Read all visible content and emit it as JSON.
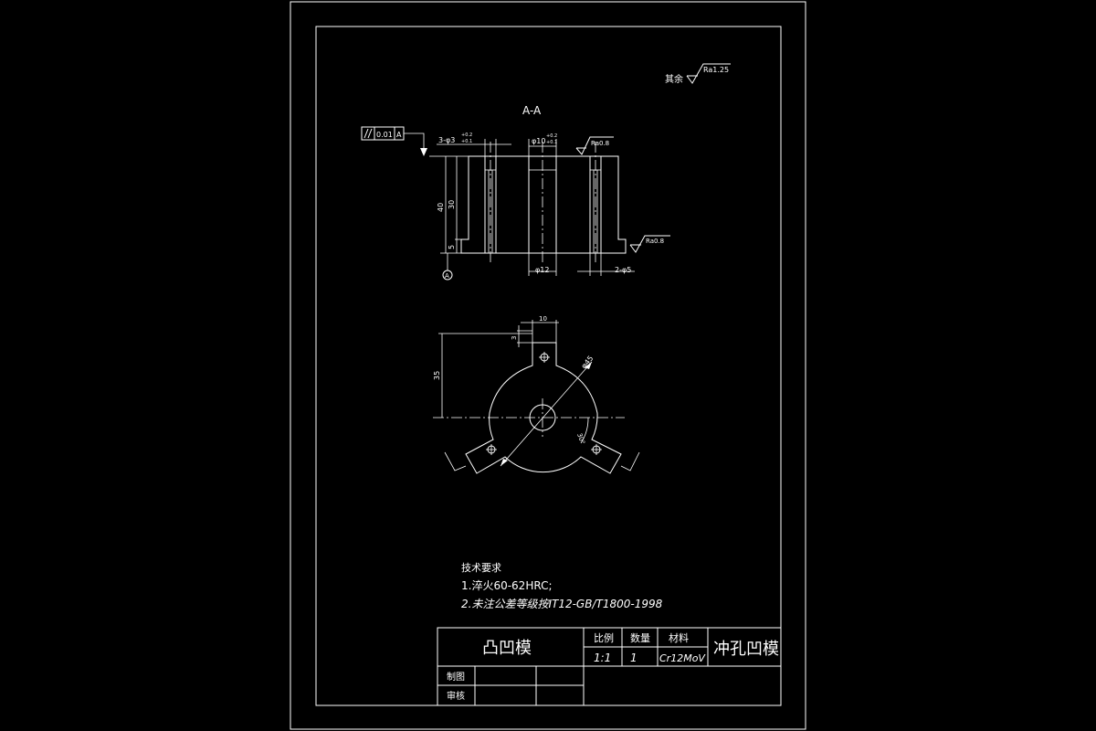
{
  "drawing": {
    "section_label": "A-A",
    "surface_other": "其余",
    "surface_other_value": "Ra1.25",
    "surface_top": "Ra0.8",
    "surface_bottom": "Ra0.8",
    "tolerance_value": "0.01",
    "tolerance_datum": "A",
    "datum_label": "A",
    "dims": {
      "top_holes": "3-φ3",
      "top_holes_tol_upper": "+0.2",
      "top_holes_tol_lower": "+0.1",
      "center_hole": "φ10",
      "center_hole_tol_upper": "+0.2",
      "center_hole_tol_lower": "+0.1",
      "height_40": "40",
      "height_30": "30",
      "height_5": "5",
      "bottom_center": "φ12",
      "bottom_holes": "2-φ5",
      "width_10": "10",
      "offset_3": "3",
      "radius_35": "35",
      "diameter_45": "φ45",
      "angle_30": "30°"
    },
    "tech_title": "技术要求",
    "tech_req_1": "1.淬火60-62HRC;",
    "tech_req_2": "2.未注公差等级按IT12-GB/T1800-1998"
  },
  "title_block": {
    "part_name": "凸凹模",
    "scale_header": "比例",
    "qty_header": "数量",
    "material_header": "材料",
    "scale_value": "1:1",
    "qty_value": "1",
    "material_value": "Cr12MoV",
    "drawing_name": "冲孔凹模",
    "drafted_label": "制图",
    "checked_label": "审核"
  }
}
